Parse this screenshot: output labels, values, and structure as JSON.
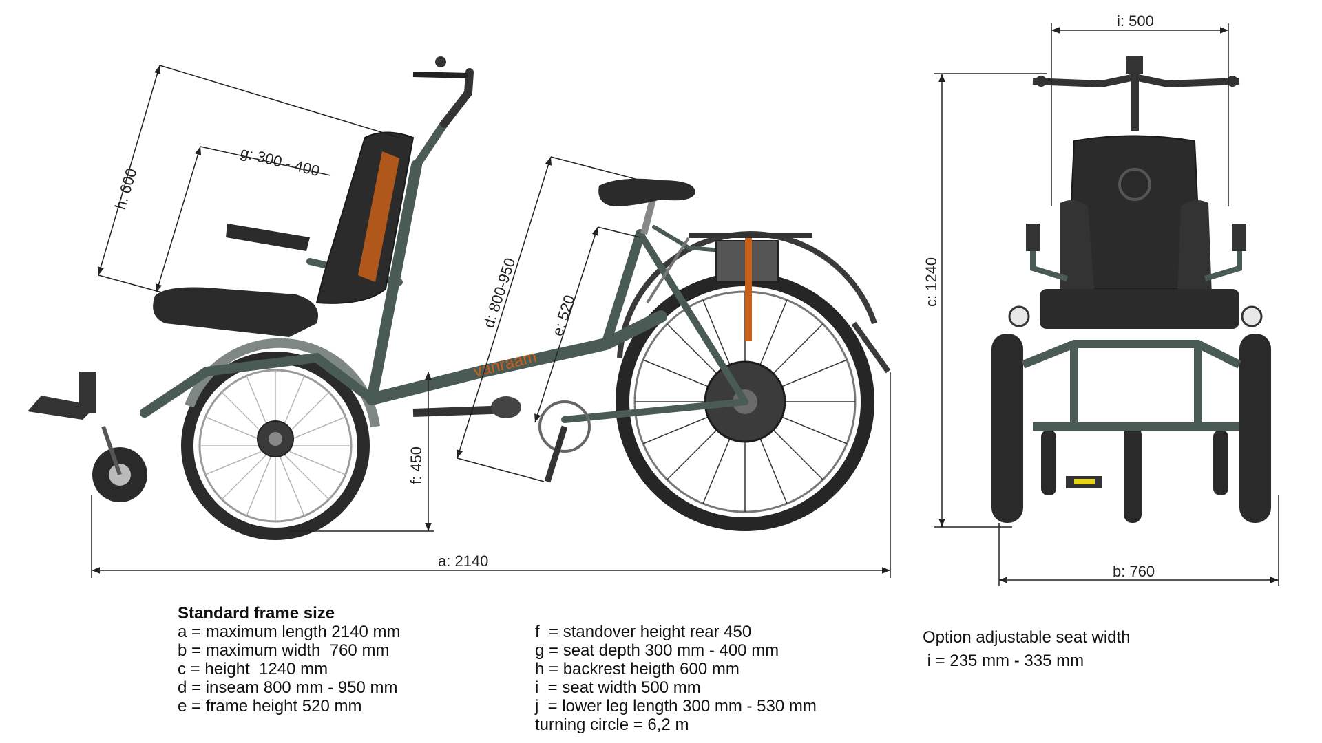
{
  "brand": "vanraam",
  "dimensions": {
    "a": "a: 2140",
    "b": "b: 760",
    "c": "c: 1240",
    "d": "d: 800-950",
    "e": "e: 520",
    "f": "f: 450",
    "g": "g: 300 - 400",
    "h": "h: 600",
    "i": "i: 500"
  },
  "notes_left": {
    "title": "Standard frame size",
    "lines": [
      "a = maximum length 2140 mm",
      "b = maximum width  760 mm",
      "c = height  1240 mm",
      "d = inseam 800 mm - 950 mm",
      "e = frame height 520 mm"
    ]
  },
  "notes_middle": {
    "lines": [
      "f  = standover height rear 450",
      "g = seat depth 300 mm - 400 mm",
      "h = backrest heigth 600 mm",
      "i  = seat width 500 mm",
      "j  = lower leg length 300 mm - 530 mm",
      "turning circle = 6,2 m"
    ]
  },
  "notes_right": {
    "title": "Option adjustable seat width",
    "lines": [
      " i = 235 mm - 335 mm"
    ]
  },
  "colors": {
    "frame": "#4a5a55",
    "accent": "#c8601a",
    "tire": "#2a2a2a",
    "seat": "#2b2b2b"
  }
}
